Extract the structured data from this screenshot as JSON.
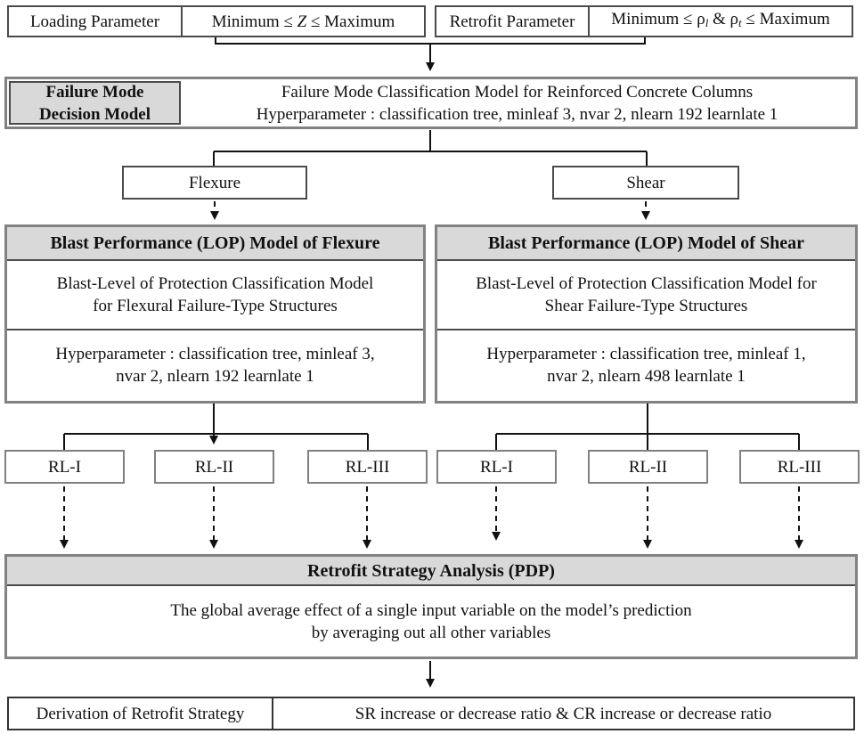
{
  "palette": {
    "header_fill": "#d9d9d9",
    "outer_border": "#828282",
    "inner_border": "#4b4b4b",
    "line_color": "#111111"
  },
  "top": {
    "loading_label": "Loading Parameter",
    "z_prefix": "Minimum ≤ ",
    "z_var": "Z",
    "z_suffix": " ≤ Maximum",
    "retrofit_label": "Retrofit Parameter",
    "rho_prefix": "Minimum ≤ ρ",
    "rho_sub1": "l",
    "rho_mid": " & ρ",
    "rho_sub2": "t",
    "rho_suffix": " ≤ Maximum"
  },
  "failure_mode": {
    "side_label_line1": "Failure Mode",
    "side_label_line2": "Decision Model",
    "body_line1": "Failure Mode Classification Model for Reinforced Concrete Columns",
    "body_line2": "Hyperparameter : classification tree, minleaf 3, nvar 2, nlearn 192 learnlate 1"
  },
  "branches": {
    "flexure": "Flexure",
    "shear": "Shear"
  },
  "lop_flexure": {
    "header": "Blast Performance (LOP) Model of Flexure",
    "model_line1": "Blast-Level of Protection Classification Model",
    "model_line2": "for Flexural Failure-Type Structures",
    "hyper_line1": "Hyperparameter : classification tree, minleaf 3,",
    "hyper_line2": "nvar 2, nlearn 192 learnlate 1"
  },
  "lop_shear": {
    "header": "Blast Performance (LOP) Model of Shear",
    "model_line1": "Blast-Level of Protection Classification Model for",
    "model_line2": "Shear Failure-Type Structures",
    "hyper_line1": "Hyperparameter : classification tree, minleaf 1,",
    "hyper_line2": "nvar 2, nlearn 498 learnlate 1"
  },
  "rl_left": [
    "RL-I",
    "RL-II",
    "RL-III"
  ],
  "rl_right": [
    "RL-I",
    "RL-II",
    "RL-III"
  ],
  "pdp": {
    "header": "Retrofit Strategy Analysis (PDP)",
    "body_line1": "The global average effect of a single input variable on the model’s prediction",
    "body_line2": "by averaging out all other variables"
  },
  "derivation": {
    "label": "Derivation of Retrofit Strategy",
    "value": "SR increase or decrease ratio & CR increase or decrease ratio"
  }
}
